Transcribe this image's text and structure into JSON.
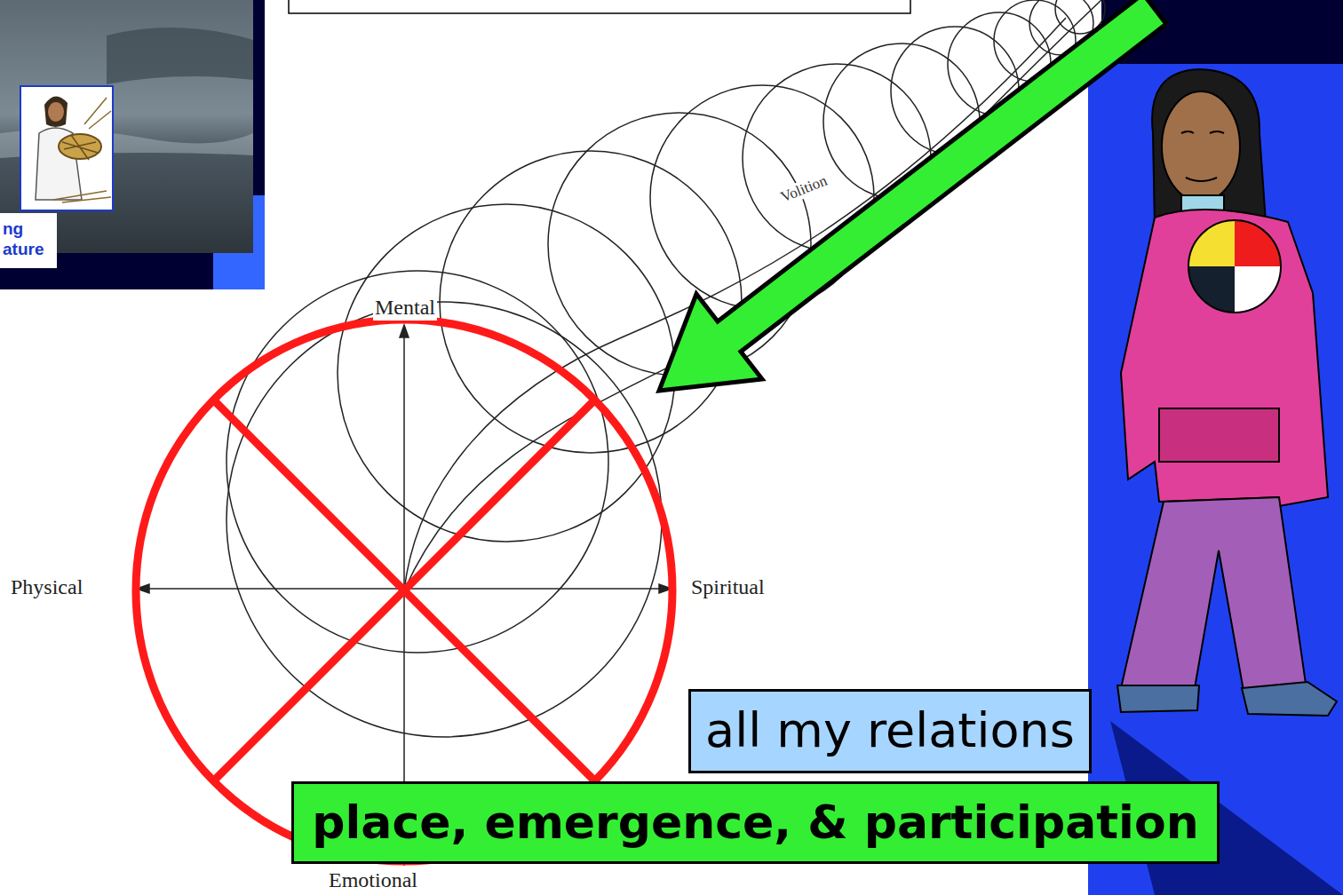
{
  "diagram": {
    "nodes": [
      {
        "text": [
          "all my relations"
        ]
      },
      {
        "text": [
          "place, emergence, & participation"
        ]
      }
    ],
    "labels": [
      "Mental",
      "Physical",
      "Spiritual",
      "Emotional",
      "Volition",
      "ng",
      "ature"
    ]
  }
}
